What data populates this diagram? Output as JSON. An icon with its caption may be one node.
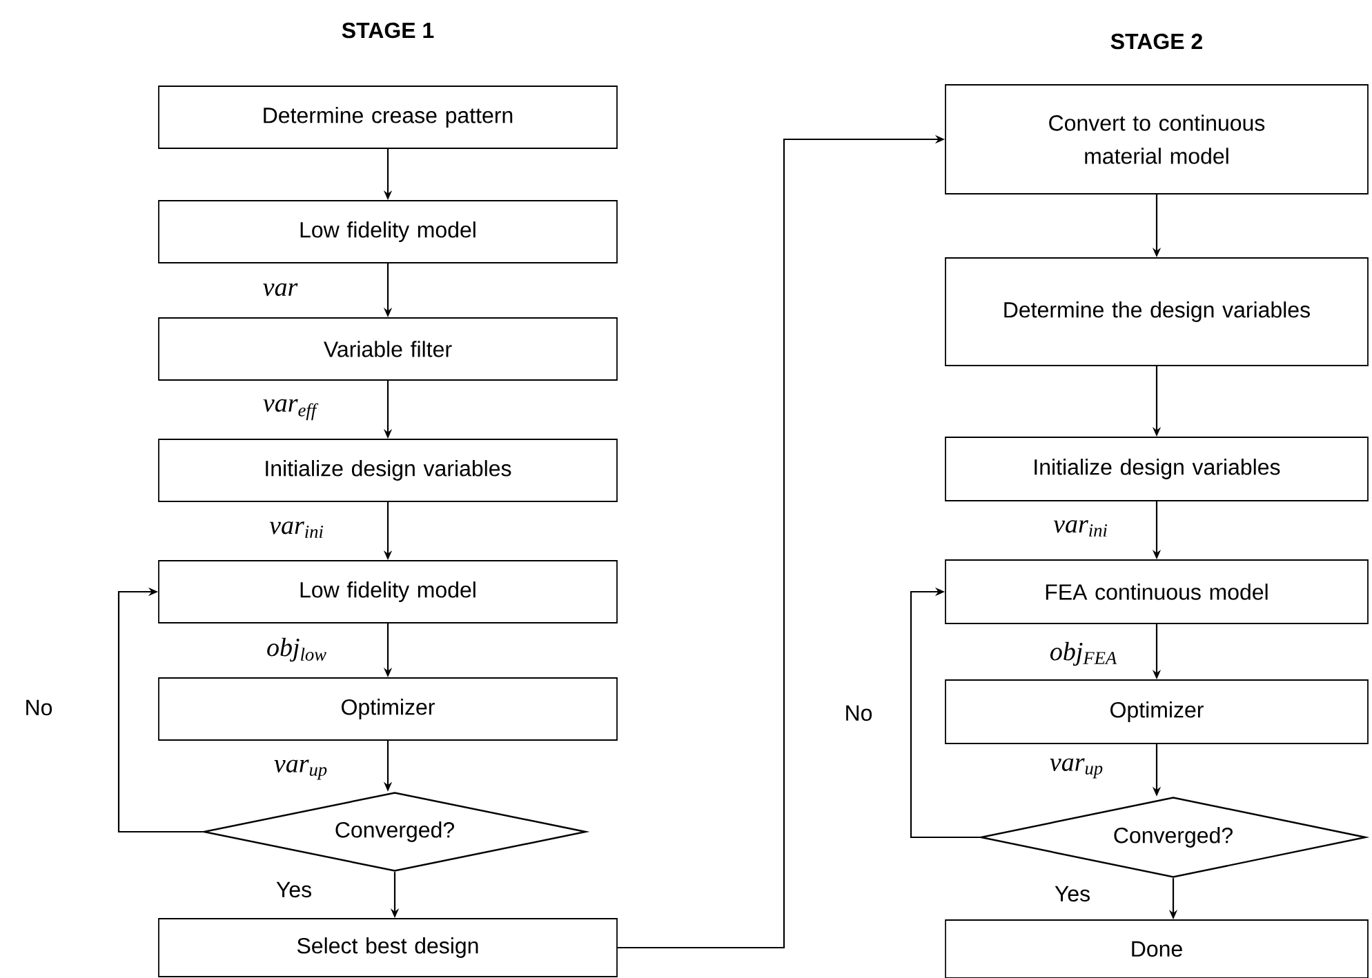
{
  "diagram": {
    "nodes": [
      {
        "text": [
          "Determine crease pattern"
        ]
      },
      {
        "text": [
          "Low fidelity model"
        ]
      },
      {
        "text": [
          "Variable filter"
        ]
      },
      {
        "text": [
          "Initialize design variables"
        ]
      },
      {
        "text": [
          "Low fidelity model"
        ]
      },
      {
        "text": [
          "Optimizer"
        ]
      },
      {
        "text": [
          "Converged?"
        ]
      },
      {
        "text": [
          "Select best design"
        ]
      },
      {
        "text": [
          "Convert to continuous material model"
        ]
      },
      {
        "text": [
          "Determine the design variables"
        ]
      },
      {
        "text": [
          "Initialize design variables"
        ]
      },
      {
        "text": [
          "FEA continuous model"
        ]
      },
      {
        "text": [
          "Optimizer"
        ]
      },
      {
        "text": [
          "Converged?"
        ]
      },
      {
        "text": [
          "Done"
        ]
      }
    ],
    "edges": [
      {
        "from": 0,
        "to": 1,
        "arrow": "to"
      },
      {
        "from": 1,
        "to": 2,
        "arrow": "to",
        "label": "var"
      },
      {
        "from": 2,
        "to": 3,
        "arrow": "to",
        "label": "var$_{eff}$"
      },
      {
        "from": 3,
        "to": 4,
        "arrow": "to",
        "label": "var$_{ini}$"
      },
      {
        "from": 4,
        "to": 5,
        "arrow": "to",
        "label": "obj$_{low}$"
      },
      {
        "from": 5,
        "to": 6,
        "arrow": "to",
        "label": "var$_{up}$"
      },
      {
        "from": 6,
        "to": 4,
        "arrow": "to",
        "label": "No"
      },
      {
        "from": 6,
        "to": 7,
        "arrow": "to",
        "label": "Yes"
      },
      {
        "from": 7,
        "to": 8,
        "arrow": "to"
      },
      {
        "from": 8,
        "to": 9,
        "arrow": "to"
      },
      {
        "from": 9,
        "to": 10,
        "arrow": "to"
      },
      {
        "from": 10,
        "to": 11,
        "arrow": "to",
        "label": "var$_{ini}$"
      },
      {
        "from": 11,
        "to": 12,
        "arrow": "to",
        "label": "obj$_{FEA}$"
      },
      {
        "from": 12,
        "to": 13,
        "arrow": "to",
        "label": "var$_{up}$"
      },
      {
        "from": 13,
        "to": 11,
        "arrow": "to",
        "label": "No"
      },
      {
        "from": 13,
        "to": 14,
        "arrow": "to",
        "label": "Yes"
      }
    ],
    "labels": [
      "STAGE 1",
      "STAGE 2"
    ]
  }
}
